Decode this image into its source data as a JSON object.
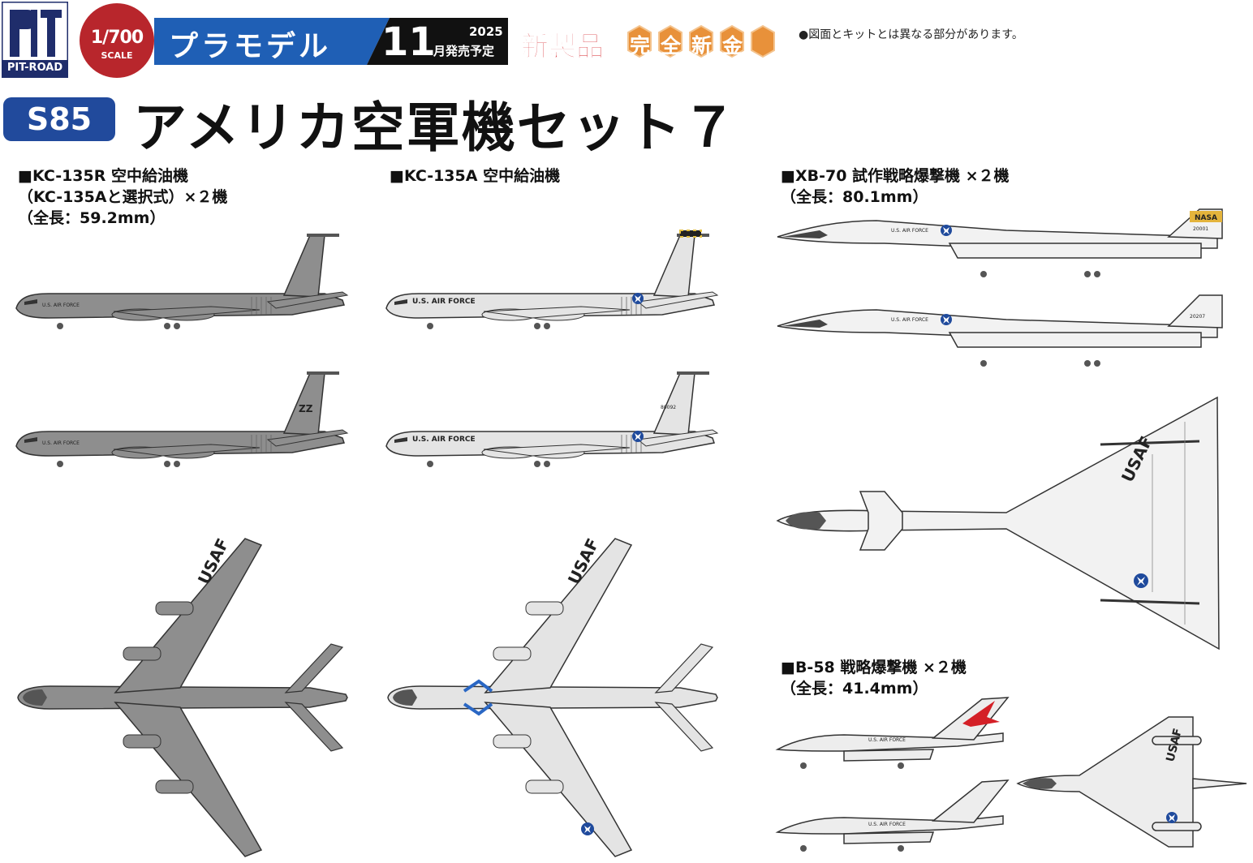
{
  "header": {
    "logo_text": "PIT-ROAD",
    "scale_value": "1/700",
    "scale_label": "SCALE",
    "category": "プラモデル",
    "release_month": "11",
    "release_year": "2025",
    "release_note": "月発売予定",
    "new_product": "新製品",
    "new_mold": "完全新金型",
    "disclaimer": "●図面とキットとは異なる部分があります。"
  },
  "product": {
    "code": "S85",
    "title": "アメリカ空軍機セット７"
  },
  "aircraft": [
    {
      "id": "kc135r",
      "lines": [
        "■KC-135R 空中給油機",
        "（KC-135Aと選択式）×２機",
        "（全長：59.2mm）"
      ],
      "fuselage_text": "U.S. AIR FORCE",
      "tail_code": "ZZ",
      "top_view_text": "USAF",
      "color": "#8e8e8e"
    },
    {
      "id": "kc135a",
      "lines": [
        "■KC-135A 空中給油機"
      ],
      "fuselage_text": "U.S. AIR FORCE",
      "tail_serial": "80092",
      "top_view_text": "USAF",
      "color": "#e4e4e4"
    },
    {
      "id": "xb70",
      "lines": [
        "■XB-70 試作戦略爆撃機 ×２機",
        "（全長：80.1mm）"
      ],
      "fuselage_text": "U.S. AIR FORCE",
      "tail_text": "NASA",
      "tail_serial_1": "20001",
      "tail_serial_2": "20207",
      "top_view_text": "USAF",
      "color": "#f2f2f2"
    },
    {
      "id": "b58",
      "lines": [
        "■B-58 戦略爆撃機 ×２機",
        "（全長：41.4mm）"
      ],
      "fuselage_text": "U.S. AIR FORCE",
      "top_view_text": "USAF",
      "color": "#ededed"
    }
  ],
  "colors": {
    "scale_red": "#b8262c",
    "banner_blue": "#1f5fb5",
    "banner_black": "#111111",
    "code_blue": "#214a9c",
    "new_red": "#d42027",
    "new_mold_orange": "#e8913a",
    "kc135r_gray": "#8e8e8e",
    "light_gray": "#e4e4e4"
  }
}
